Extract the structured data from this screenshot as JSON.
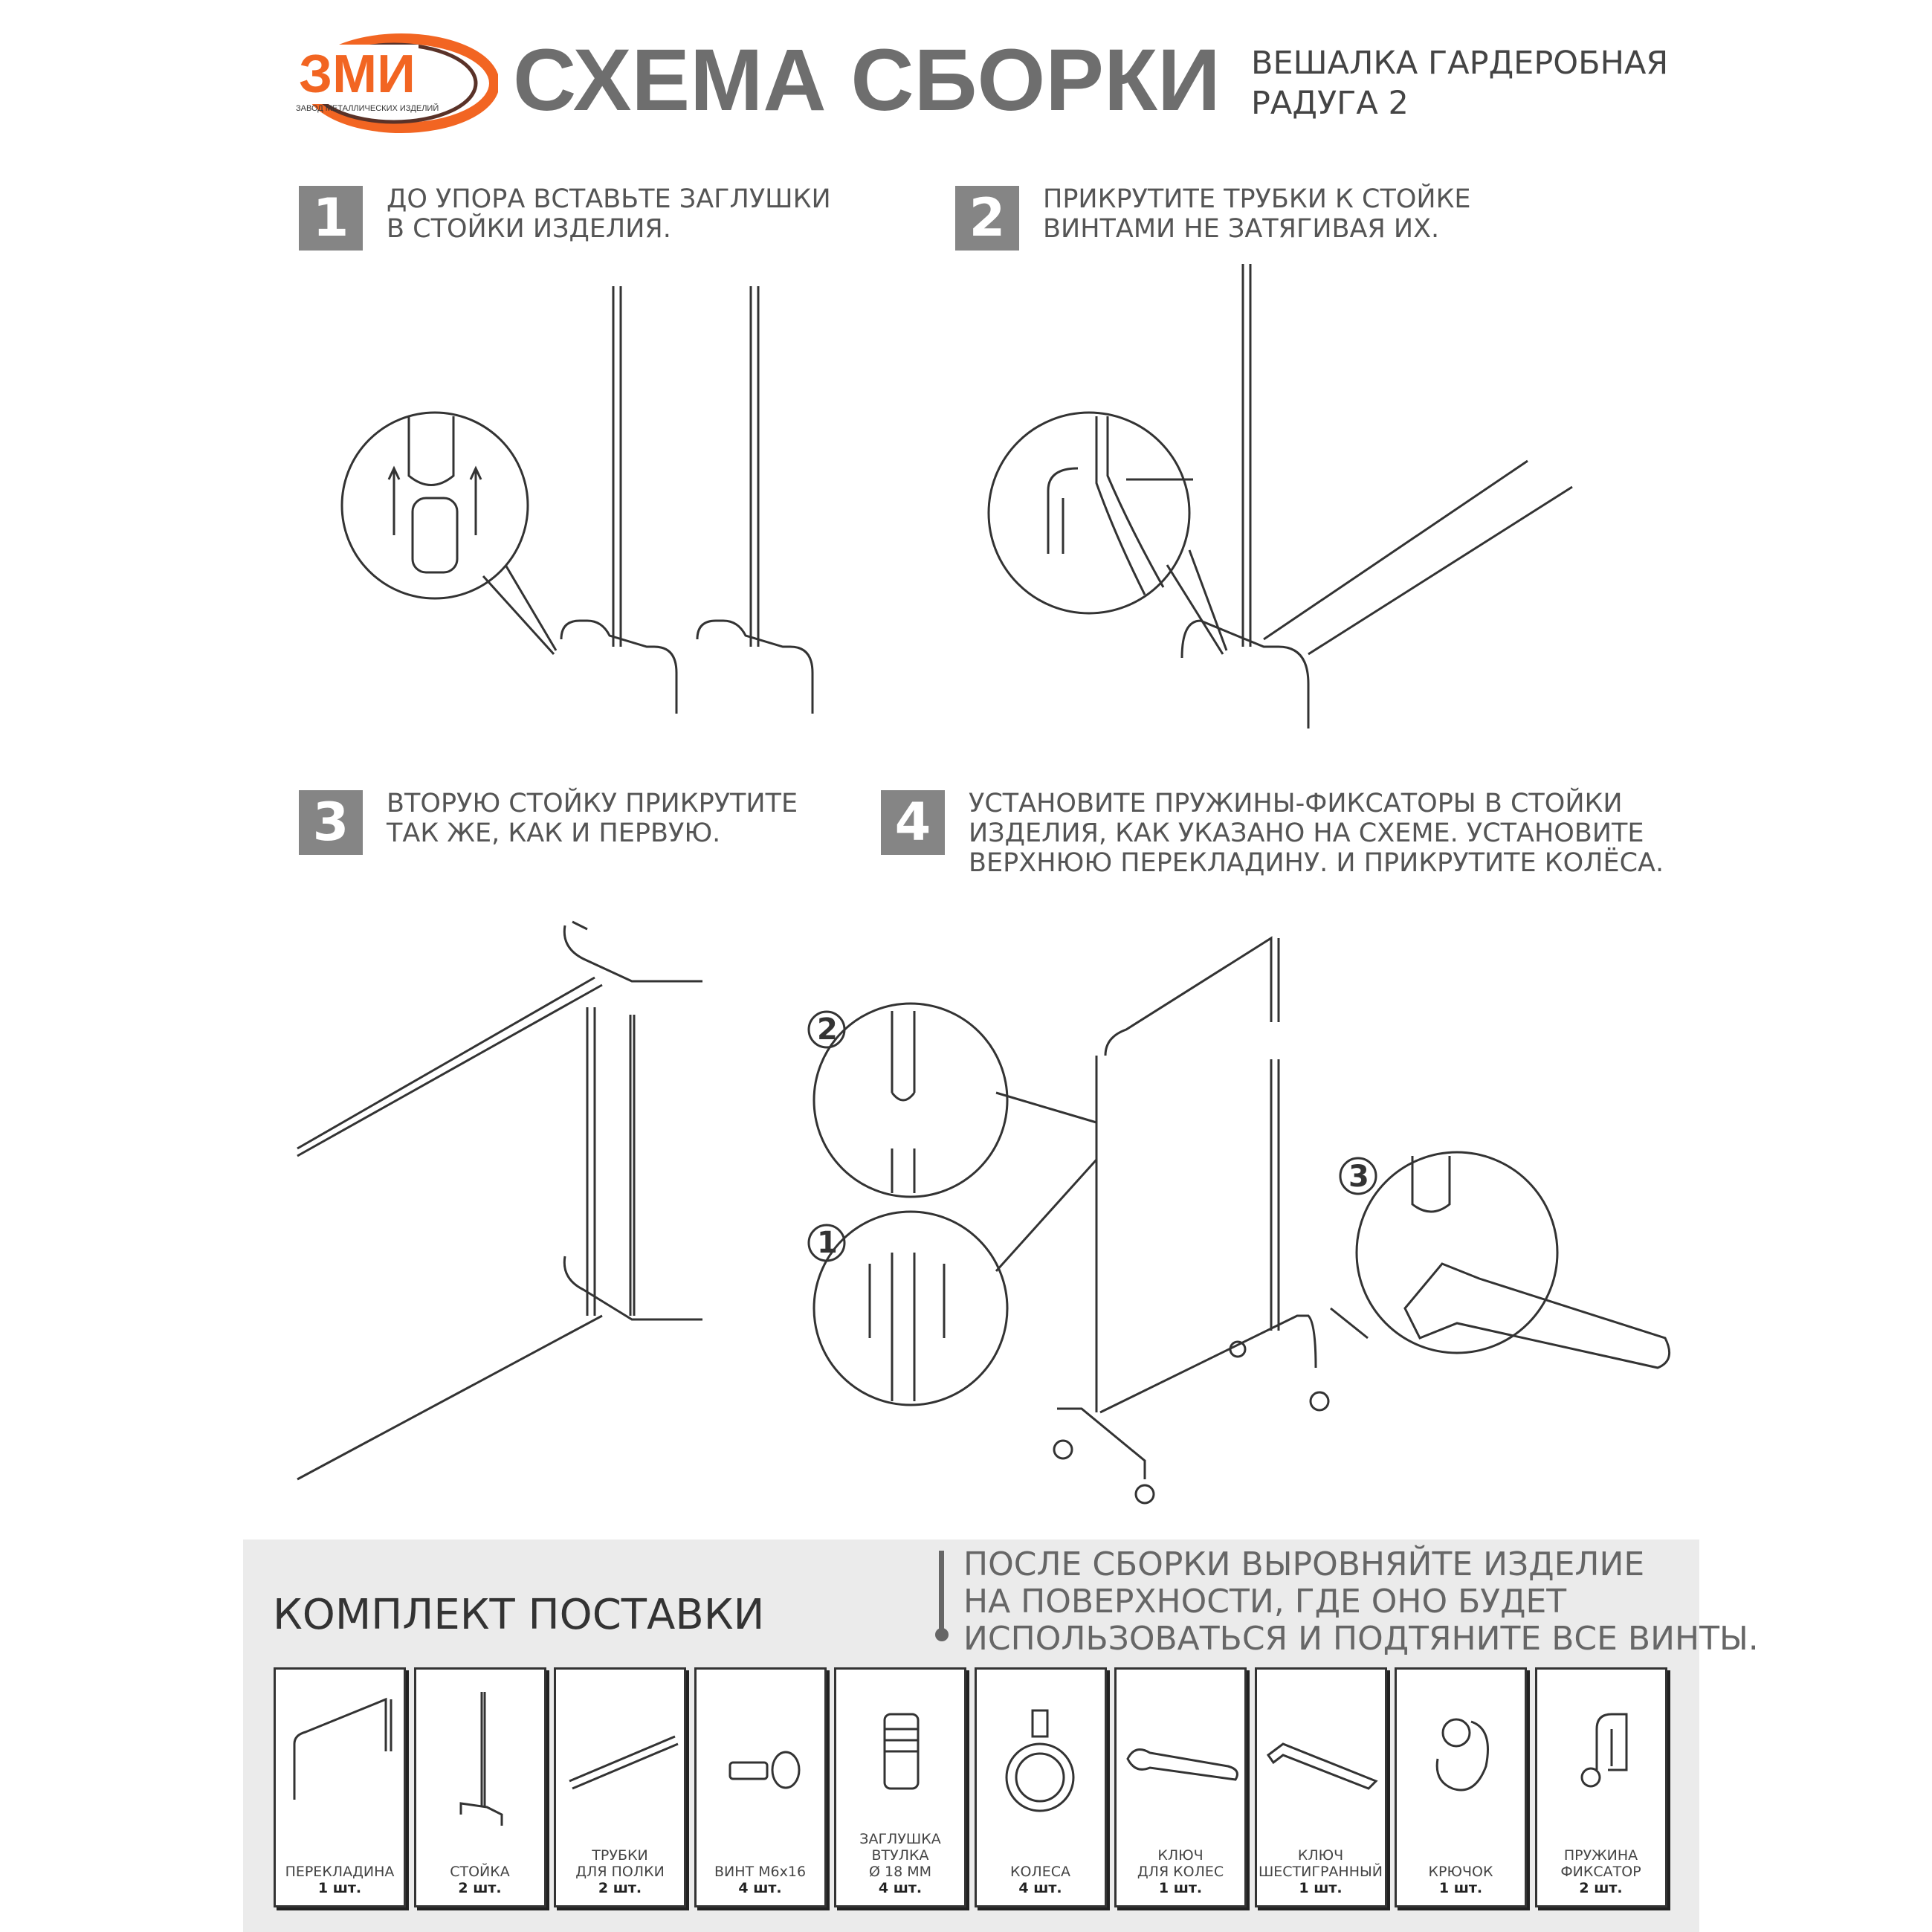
{
  "logo": {
    "text": "ЗМИ",
    "subtext": "ЗАВОД МЕТАЛЛИЧЕСКИХ ИЗДЕЛИЙ",
    "colors": {
      "orange": "#f26522",
      "brown": "#5a3228"
    }
  },
  "header": {
    "title": "СХЕМА СБОРКИ",
    "subtitle_line1": "ВЕШАЛКА ГАРДЕРОБНАЯ",
    "subtitle_line2": "РАДУГА 2"
  },
  "steps": [
    {
      "num": "1",
      "lines": [
        "ДО УПОРА ВСТАВЬТЕ ЗАГЛУШКИ",
        "В СТОЙКИ ИЗДЕЛИЯ."
      ]
    },
    {
      "num": "2",
      "lines": [
        "ПРИКРУТИТЕ ТРУБКИ К СТОЙКЕ",
        "ВИНТАМИ НЕ ЗАТЯГИВАЯ ИХ."
      ]
    },
    {
      "num": "3",
      "lines": [
        "ВТОРУЮ СТОЙКУ ПРИКРУТИТЕ",
        "ТАК ЖЕ, КАК И ПЕРВУЮ."
      ]
    },
    {
      "num": "4",
      "lines": [
        "УСТАНОВИТЕ ПРУЖИНЫ-ФИКСАТОРЫ В СТОЙКИ",
        "ИЗДЕЛИЯ, КАК УКАЗАНО НА СХЕМЕ. УСТАНОВИТЕ",
        "ВЕРХНЮЮ ПЕРЕКЛАДИНУ. И ПРИКРУТИТЕ КОЛЁСА."
      ]
    }
  ],
  "detail_callouts": [
    "2",
    "1",
    "3"
  ],
  "kit": {
    "title": "КОМПЛЕКТ ПОСТАВКИ",
    "note": [
      "ПОСЛЕ СБОРКИ ВЫРОВНЯЙТЕ ИЗДЕЛИЕ",
      "НА ПОВЕРХНОСТИ, ГДЕ ОНО БУДЕТ",
      "ИСПОЛЬЗОВАТЬСЯ И ПОДТЯНИТЕ ВСЕ ВИНТЫ."
    ],
    "parts": [
      {
        "icon": "crossbar-icon",
        "name": [
          "ПЕРЕКЛАДИНА"
        ],
        "qty": "1 шт."
      },
      {
        "icon": "stand-icon",
        "name": [
          "СТОЙКА"
        ],
        "qty": "2 шт."
      },
      {
        "icon": "tubes-icon",
        "name": [
          "ТРУБКИ",
          "ДЛЯ ПОЛКИ"
        ],
        "qty": "2 шт."
      },
      {
        "icon": "screw-icon",
        "name": [
          "ВИНТ М6х16"
        ],
        "qty": "4 шт."
      },
      {
        "icon": "plug-icon",
        "name": [
          "ЗАГЛУШКА",
          "ВТУЛКА",
          "Ø 18 ММ"
        ],
        "qty": "4 шт."
      },
      {
        "icon": "wheel-icon",
        "name": [
          "КОЛЕСА"
        ],
        "qty": "4 шт."
      },
      {
        "icon": "wrench-icon",
        "name": [
          "КЛЮЧ",
          "ДЛЯ КОЛЕС"
        ],
        "qty": "1 шт."
      },
      {
        "icon": "hex-key-icon",
        "name": [
          "КЛЮЧ",
          "ШЕСТИГРАННЫЙ"
        ],
        "qty": "1 шт."
      },
      {
        "icon": "hook-icon",
        "name": [
          "КРЮЧОК"
        ],
        "qty": "1 шт."
      },
      {
        "icon": "spring-clip-icon",
        "name": [
          "ПРУЖИНА",
          "ФИКСАТОР"
        ],
        "qty": "2 шт."
      }
    ]
  }
}
